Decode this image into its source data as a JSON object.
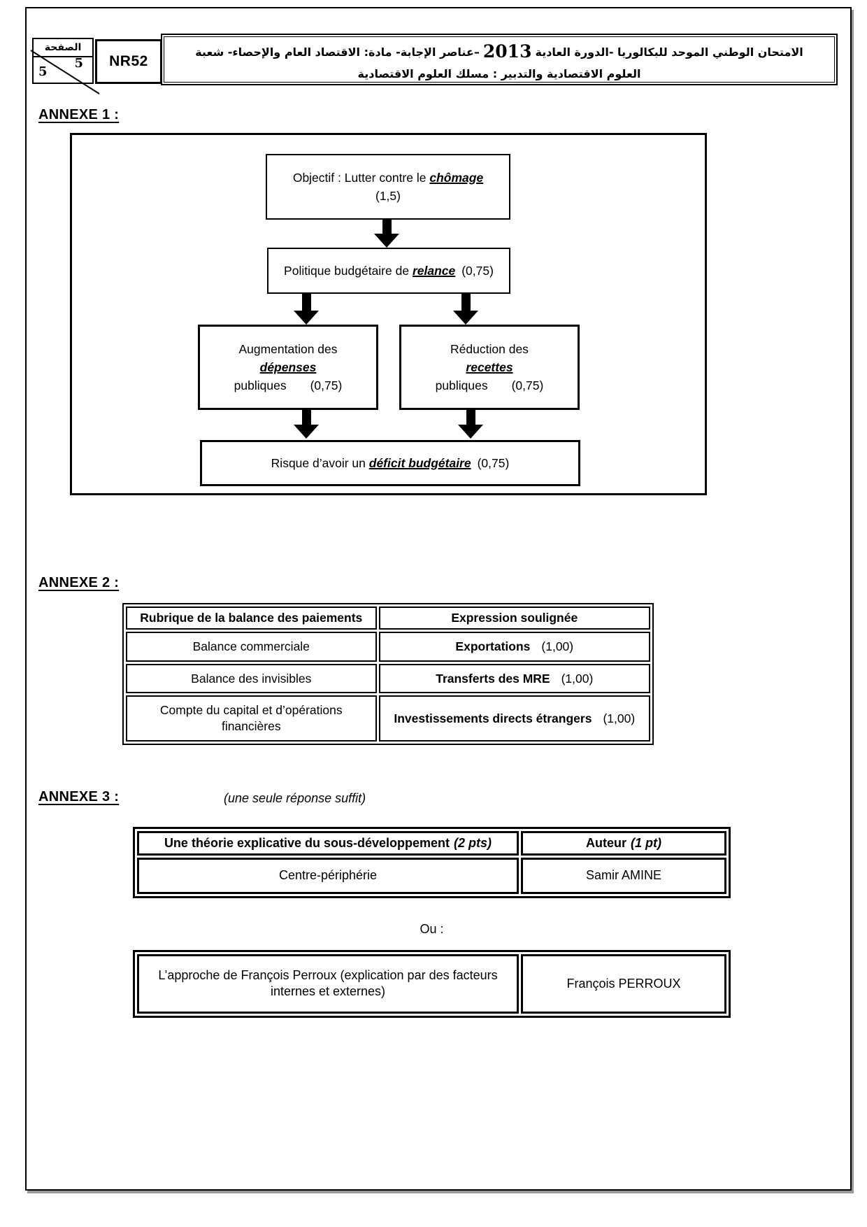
{
  "header": {
    "page_label": "الصفحة",
    "page_num_top": "5",
    "page_num_bottom": "5",
    "code": "NR52",
    "line1_a": "الامتحان الوطني الموحد للبكالوريا -الدورة العادية",
    "year": "2013",
    "line1_b": "–عناصر الإجابة- مادة: الاقتصاد العام والإحصاء- شعبة",
    "line2": "العلوم الاقتصادية والتدبير : مسلك العلوم الاقتصادية"
  },
  "annexe1": {
    "title": "ANNEXE 1 :",
    "boxes": {
      "objectif": {
        "prefix": "Objectif : Lutter contre le ",
        "emphasis": "chômage",
        "score": "(1,5)"
      },
      "politique": {
        "prefix": "Politique budgétaire de ",
        "emphasis": "relance",
        "score": "(0,75)"
      },
      "augmentation": {
        "line1": "Augmentation des",
        "emphasis": "dépenses",
        "line3": "publiques",
        "score": "(0,75)"
      },
      "reduction": {
        "line1": "Réduction des",
        "emphasis": "recettes",
        "line3": "publiques",
        "score": "(0,75)"
      },
      "risque": {
        "prefix": "Risque d’avoir un ",
        "emphasis": "déficit budgétaire",
        "score": "(0,75)"
      }
    }
  },
  "annexe2": {
    "title": "ANNEXE 2 :",
    "col1_header": "Rubrique de la balance des paiements",
    "col2_header": "Expression soulignée",
    "rows": [
      {
        "rubrique": "Balance commerciale",
        "expression": "Exportations",
        "score": "(1,00)"
      },
      {
        "rubrique": "Balance des invisibles",
        "expression": "Transferts des MRE",
        "score": "(1,00)"
      },
      {
        "rubrique": "Compte du capital et d’opérations financières",
        "expression": "Investissements directs étrangers",
        "score": "(1,00)"
      }
    ]
  },
  "annexe3": {
    "title": "ANNEXE 3 :",
    "note": "(une seule réponse suffit)",
    "col1_header": "Une théorie explicative du sous-développement",
    "col1_header_pts": "(2 pts)",
    "col2_header": "Auteur",
    "col2_header_pts": "(1 pt)",
    "row1": {
      "theory": "Centre-périphérie",
      "author": "Samir AMINE"
    },
    "separator": "Ou :",
    "row2": {
      "theory": "L’approche de François Perroux (explication par des facteurs internes et externes)",
      "author": "François PERROUX"
    }
  }
}
